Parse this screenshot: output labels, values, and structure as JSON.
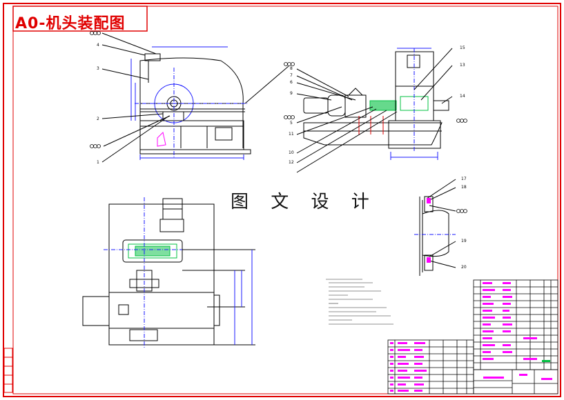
{
  "sheet": {
    "title": "A0-机头装配图",
    "watermark": "图 文 设 计"
  },
  "callouts": {
    "front_view": [
      "4",
      "3",
      "2",
      "1"
    ],
    "side_view": [
      "8",
      "7",
      "6",
      "9",
      "5",
      "11",
      "10",
      "12",
      "15",
      "13",
      "14"
    ],
    "detail_view": [
      "17",
      "18",
      "19",
      "20"
    ]
  },
  "colors": {
    "border": "#e00000",
    "outline": "#000000",
    "dimension": "#1a1aff",
    "highlight_green": "#00c040",
    "table_text": "#ff00ff"
  }
}
